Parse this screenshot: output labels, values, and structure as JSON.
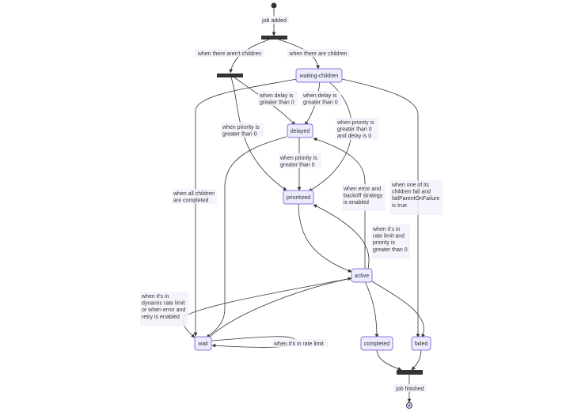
{
  "diagram": {
    "states": {
      "waiting_children": "waiting-children",
      "delayed": "delayed",
      "prioritized": "prioritized",
      "active": "active",
      "wait": "wait",
      "completed": "completed",
      "failed": "failed"
    },
    "transitions": {
      "job_added": "job added",
      "no_children": "when there aren't children",
      "has_children": "when there are children",
      "delay_gt0_a": [
        "when delay is",
        "greater than 0"
      ],
      "delay_gt0_b": [
        "when delay is",
        "greater than 0"
      ],
      "priority_gt0_a": [
        "when priority is",
        "greater than 0"
      ],
      "priority_delay": [
        "when priority is",
        "greater than 0",
        "and delay is 0"
      ],
      "priority_gt0_b": [
        "when priority is",
        "greater than 0"
      ],
      "all_children": [
        "when all children",
        "are completed"
      ],
      "fail_parent": [
        "when one of its",
        "children fail and",
        "failParentOnFailure",
        "is true"
      ],
      "error_backoff": [
        "when error and",
        "backoff strategy",
        "is enabled"
      ],
      "rate_priority": [
        "when it's in",
        "rate limit and",
        "priority is",
        "greater than 0"
      ],
      "dynamic_rate": [
        "when it's in",
        "dynamic rate limit",
        "or when error and",
        "retry is enabled"
      ],
      "rate_limit": "when it's in rate limit",
      "job_finished": "job finished"
    }
  }
}
